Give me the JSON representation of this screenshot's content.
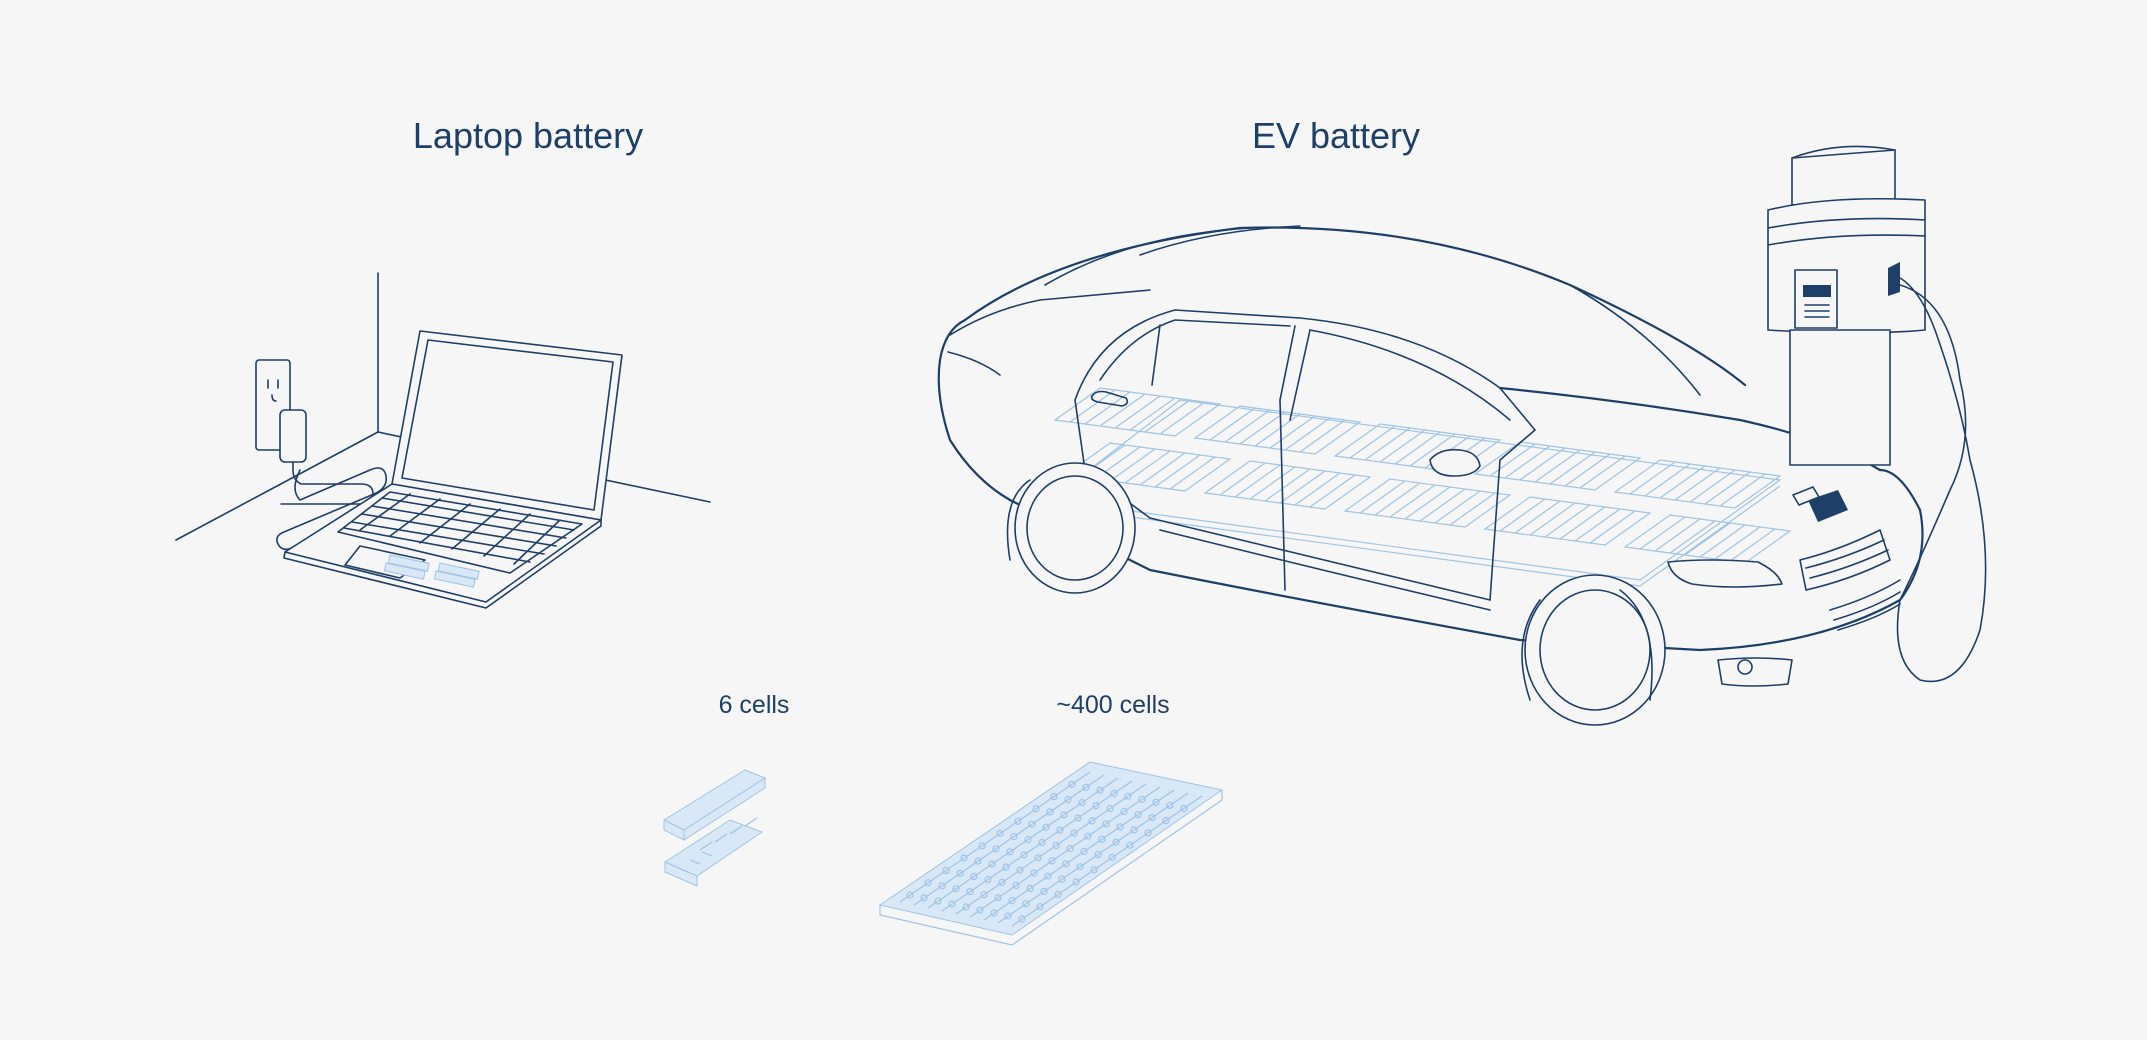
{
  "titles": {
    "laptop": "Laptop battery",
    "ev": "EV battery"
  },
  "cell_counts": {
    "laptop": "6 cells",
    "ev": "~400 cells"
  },
  "colors": {
    "background": "#f6f6f6",
    "line": "#1d3f68",
    "battery_cells": "#9fc4e6"
  },
  "icons": {
    "laptop": "laptop-illustration",
    "car": "car-illustration",
    "charger": "charging-station-illustration"
  }
}
